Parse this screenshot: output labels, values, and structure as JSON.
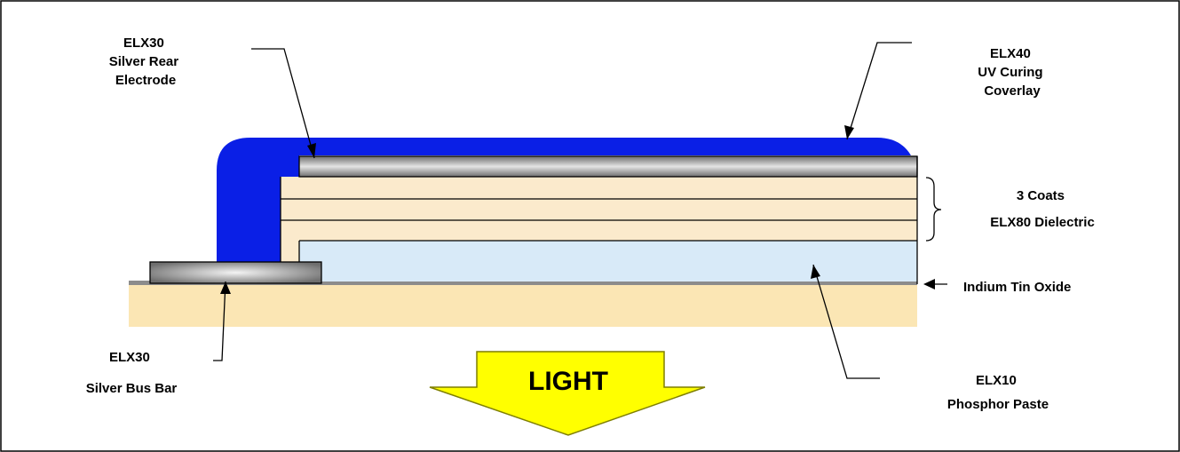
{
  "colors": {
    "coverlay": "#0a1fe6",
    "substrate": "#fbe6b4",
    "dielectric": "#fbeacc",
    "phosphor": "#d8eaf8",
    "silver_dark": "#6e6e6e",
    "silver_light": "#e4e4e4",
    "ito": "#8c8c8c",
    "arrow_fill": "#ffff00",
    "arrow_stroke": "#7f7f00"
  },
  "labels": {
    "rear_electrode": [
      "ELX30",
      "Silver Rear",
      "Electrode"
    ],
    "coverlay": [
      "ELX40",
      "UV Curing",
      "Coverlay"
    ],
    "dielectric": [
      "3 Coats",
      "ELX80 Dielectric"
    ],
    "ito": "Indium Tin Oxide",
    "bus_bar": [
      "ELX30",
      "Silver Bus Bar"
    ],
    "phosphor": [
      "ELX10",
      "Phosphor Paste"
    ],
    "light": "LIGHT"
  }
}
